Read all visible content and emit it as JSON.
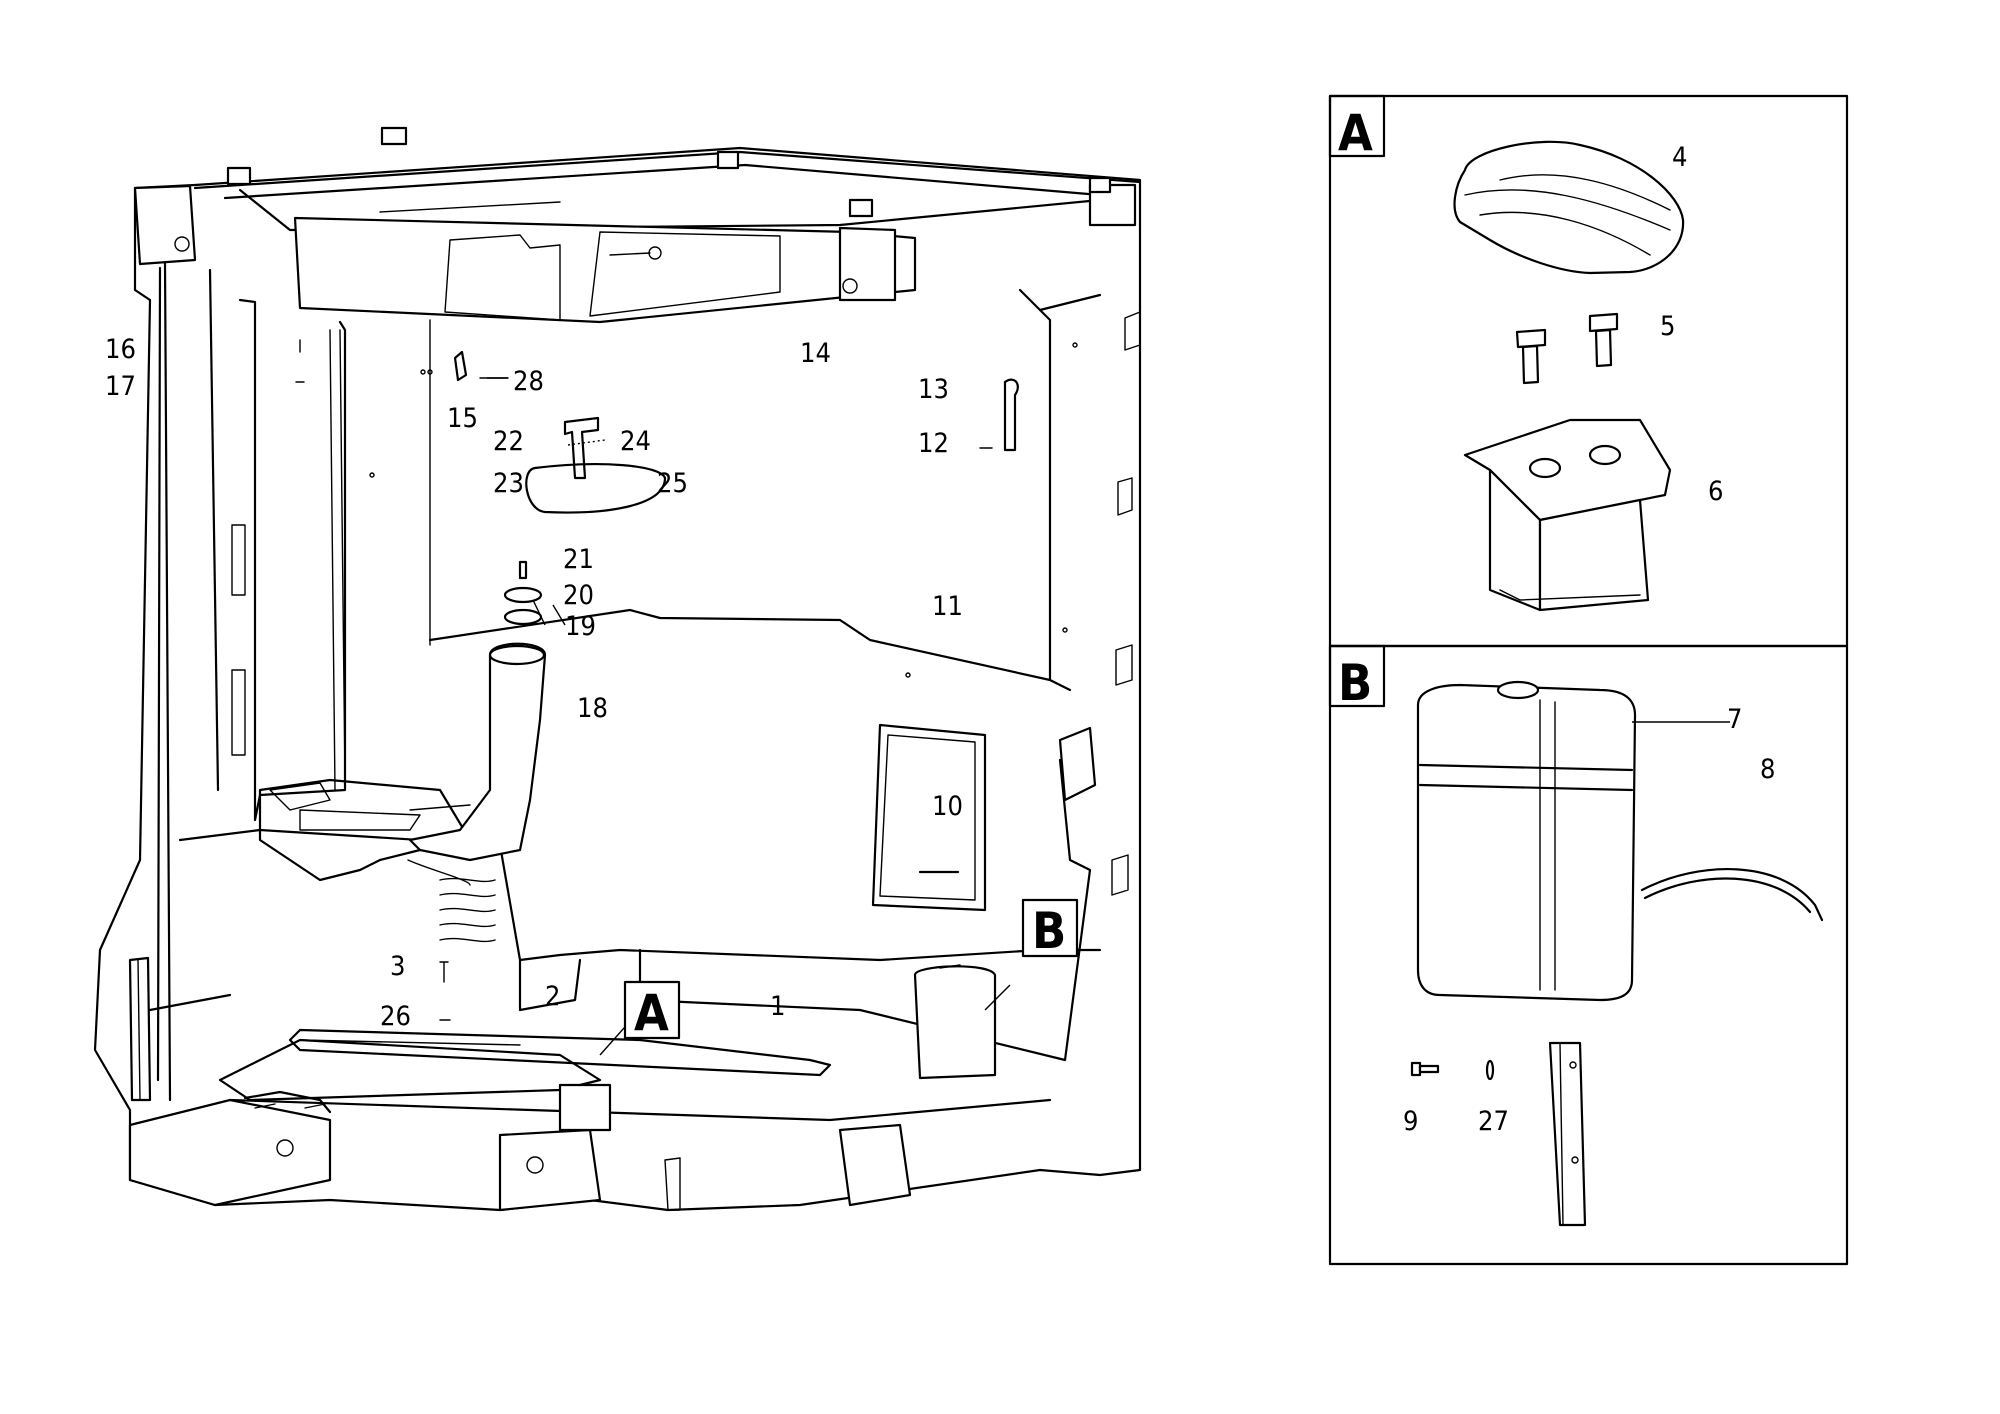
{
  "callouts": {
    "c1": "1",
    "c2": "2",
    "c3": "3",
    "c4": "4",
    "c5": "5",
    "c6": "6",
    "c7": "7",
    "c8": "8",
    "c9": "9",
    "c10": "10",
    "c11": "11",
    "c12": "12",
    "c13": "13",
    "c14": "14",
    "c15": "15",
    "c16": "16",
    "c17": "17",
    "c18": "18",
    "c19": "19",
    "c20": "20",
    "c21": "21",
    "c22": "22",
    "c23": "23",
    "c24": "24",
    "c25": "25",
    "c26": "26",
    "c27": "27",
    "c28": "28"
  },
  "detail_tags": {
    "a": "A",
    "b": "B"
  }
}
